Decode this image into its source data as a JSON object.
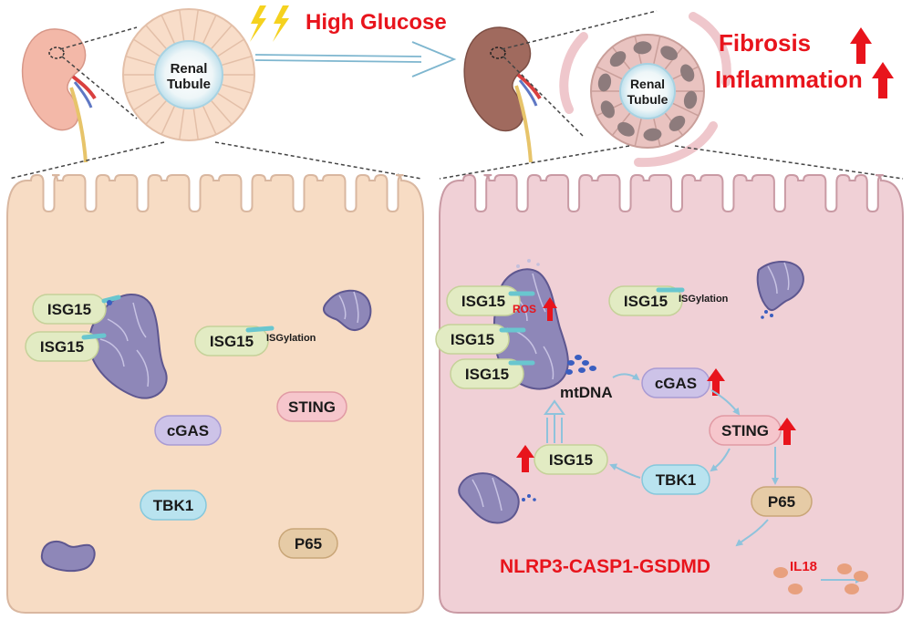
{
  "top": {
    "stimulus": "High Glucose",
    "tubule_label_line1": "Renal",
    "tubule_label_line2": "Tubule",
    "outcome_1": "Fibrosis",
    "outcome_2": "Inflammation"
  },
  "left_cell": {
    "isg15_a": "ISG15",
    "isg15_b": "ISG15",
    "isg15_c": "ISG15",
    "isgylation": "ISGylation",
    "sting": "STING",
    "cgas": "cGAS",
    "tbk1": "TBK1",
    "p65": "P65"
  },
  "right_cell": {
    "isg15_a": "ISG15",
    "isg15_b": "ISG15",
    "isg15_c": "ISG15",
    "isg15_d": "ISG15",
    "isg15_e": "ISG15",
    "ros": "ROS",
    "isgylation": "ISGylation",
    "mtdna": "mtDNA",
    "cgas": "cGAS",
    "sting": "STING",
    "tbk1": "TBK1",
    "p65": "P65",
    "inflammasome": "NLRP3-CASP1-GSDMD",
    "il18": "IL18"
  },
  "colors": {
    "left_cell_fill": "#f7dcc4",
    "right_cell_fill": "#f0d0d6",
    "mito": "#8e87b8",
    "isg15_fill": "#e2ebc3",
    "cgas_fill": "#cdc3e8",
    "sting_fill": "#f6c6cc",
    "tbk1_fill": "#b9e3ef",
    "p65_fill": "#e6cba6",
    "up_arrow": "#e8141c",
    "flow_arrow": "#8fc3dc"
  }
}
